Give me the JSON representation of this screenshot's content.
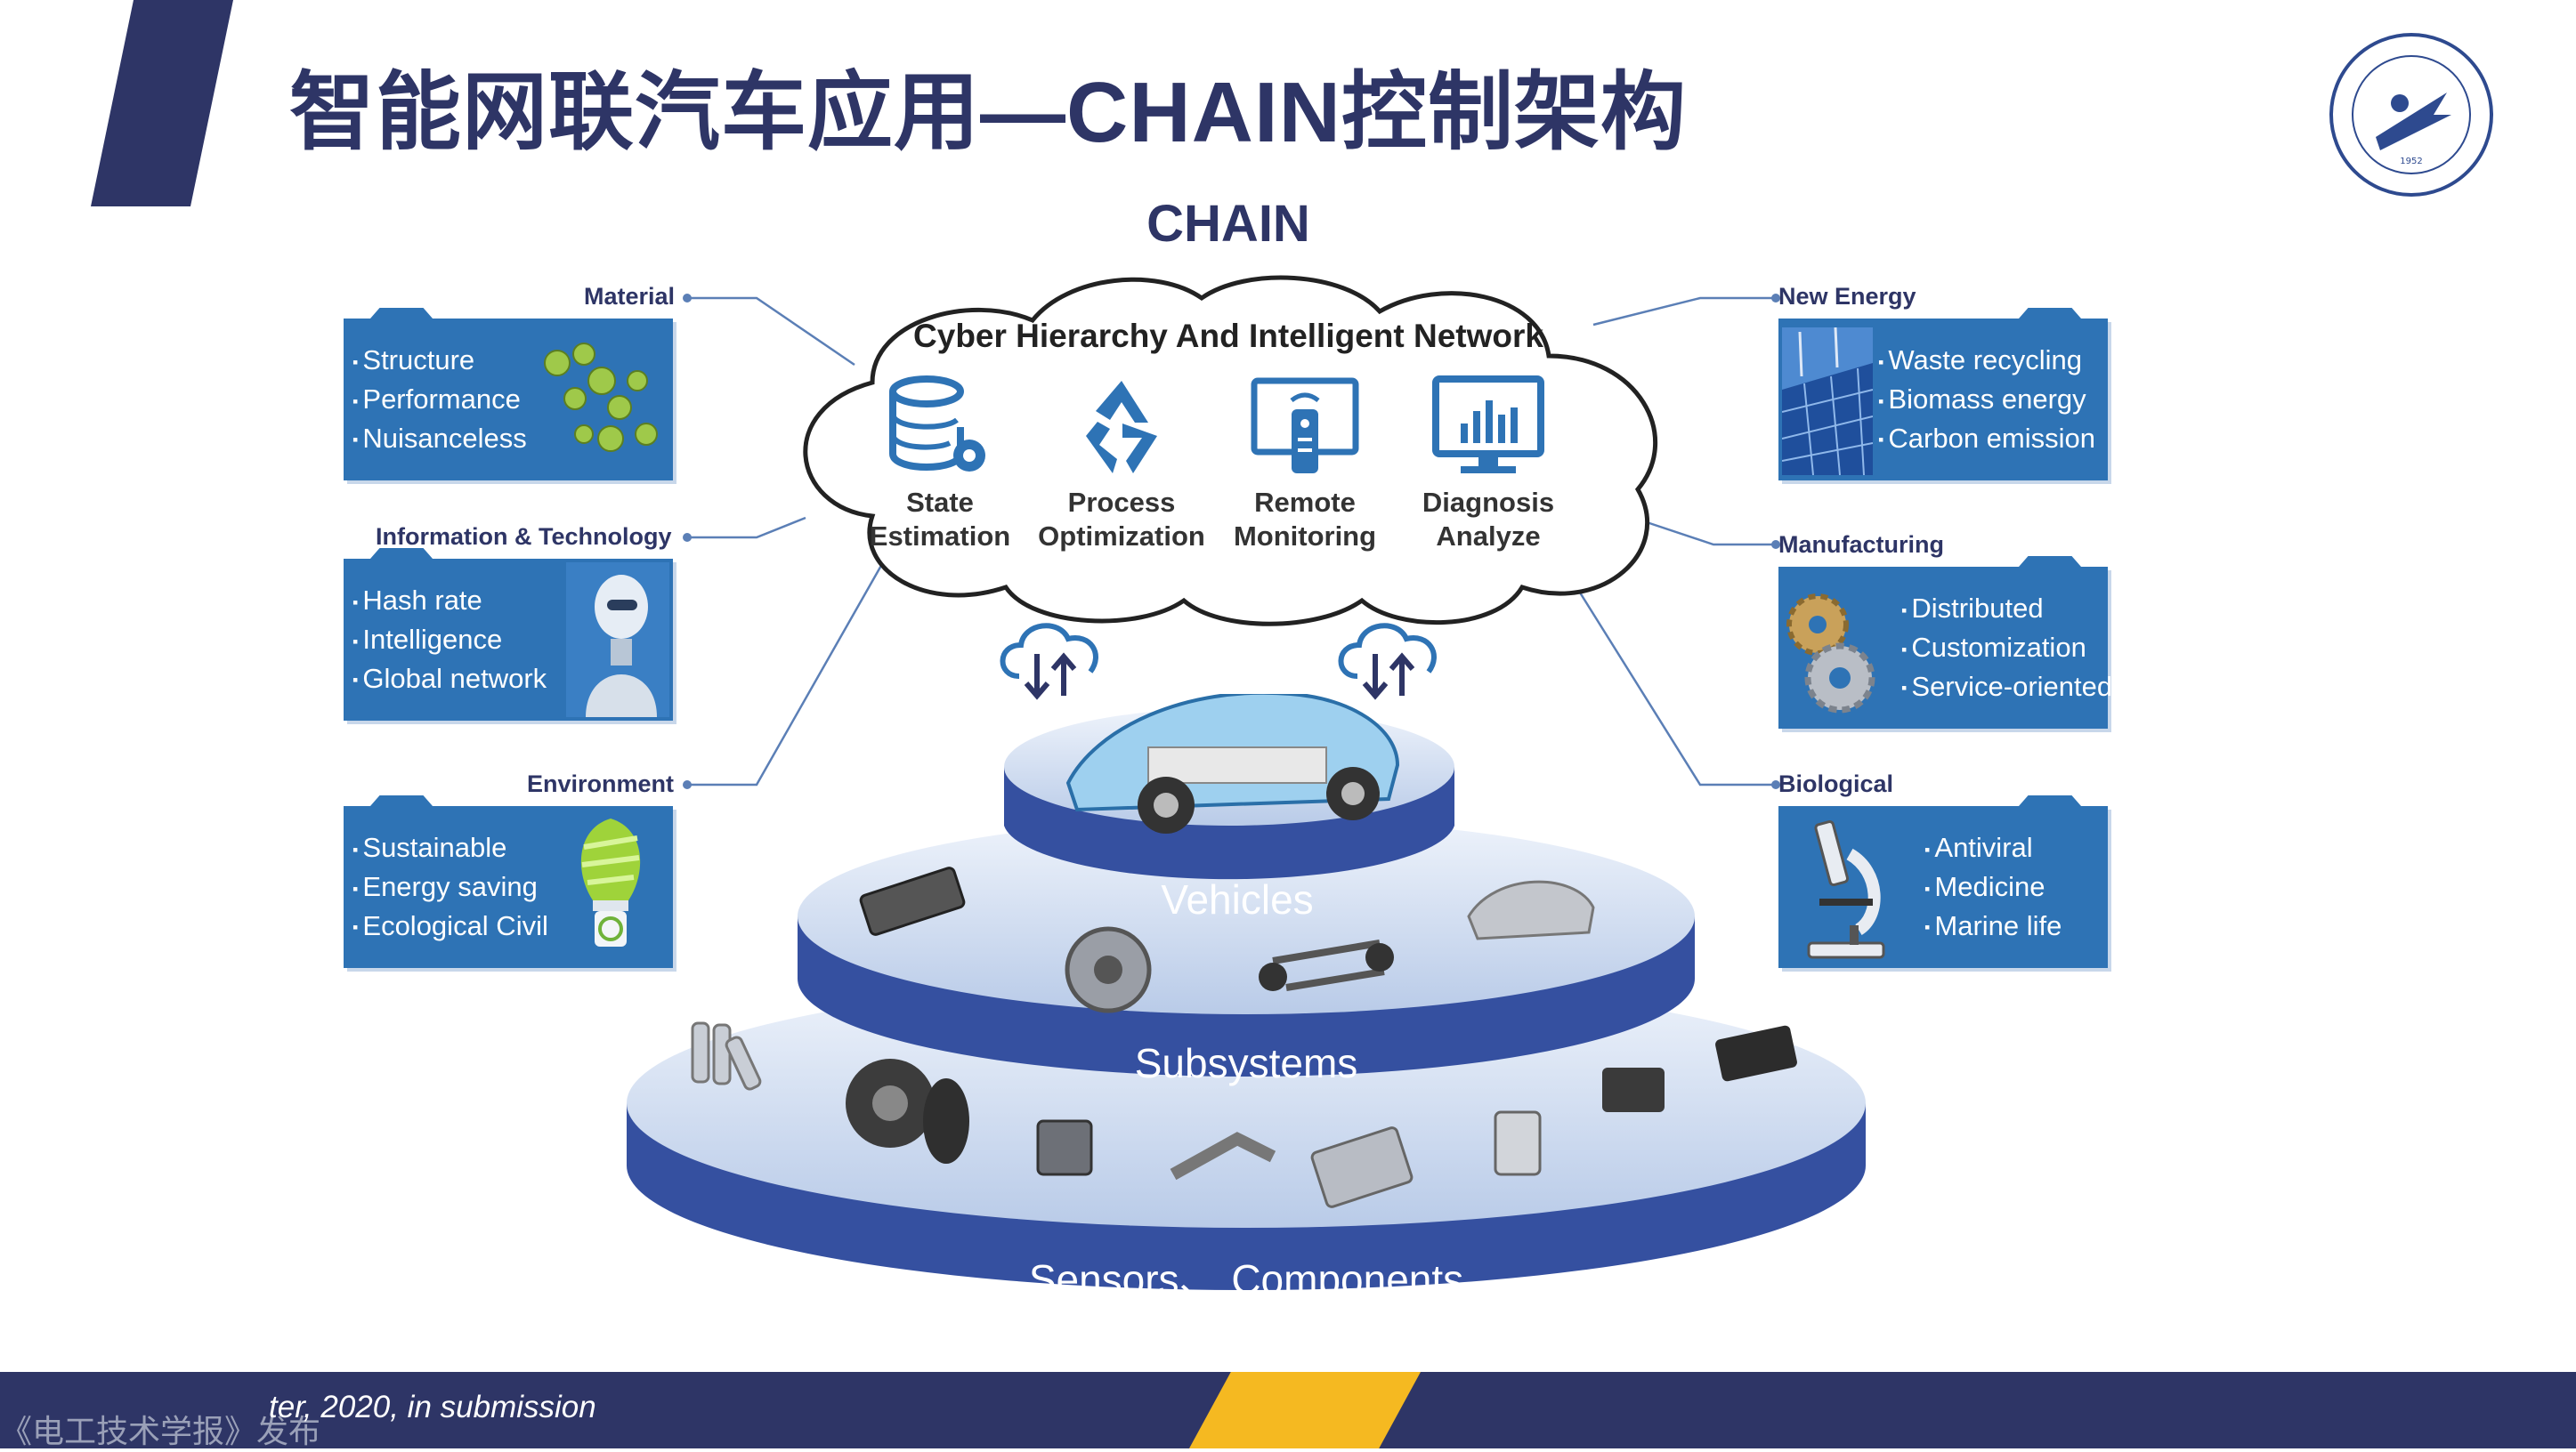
{
  "slide": {
    "title": "智能网联汽车应用—CHAIN控制架构",
    "footer_citation": "ter, 2020, in submission",
    "watermark": "《电工技术学报》发布"
  },
  "logo": {
    "name": "beihang-university-seal-icon"
  },
  "diagram": {
    "heading": "CHAIN",
    "cloud_title": "Cyber Hierarchy And Intelligent Network",
    "services": [
      {
        "icon": "database-gear-icon",
        "line1": "State",
        "line2": "Estimation"
      },
      {
        "icon": "recycle-icon",
        "line1": "Process",
        "line2": "Optimization"
      },
      {
        "icon": "remote-monitor-icon",
        "line1": "Remote",
        "line2": "Monitoring"
      },
      {
        "icon": "monitor-chart-icon",
        "line1": "Diagnosis",
        "line2": "Analyze"
      }
    ],
    "left_boxes": [
      {
        "caption": "Material",
        "image": "molecule-image",
        "items": [
          "Structure",
          "Performance",
          "Nuisanceless"
        ]
      },
      {
        "caption": "Information & Technology",
        "image": "robot-image",
        "items": [
          "Hash rate",
          "Intelligence",
          "Global network"
        ]
      },
      {
        "caption": "Environment",
        "image": "eco-bulb-image",
        "items": [
          "Sustainable",
          "Energy saving",
          "Ecological Civil"
        ]
      }
    ],
    "right_boxes": [
      {
        "caption": "New Energy",
        "image": "solar-panel-image",
        "items": [
          "Waste recycling",
          "Biomass energy",
          "Carbon emission"
        ]
      },
      {
        "caption": "Manufacturing",
        "image": "gears-image",
        "items": [
          "Distributed",
          "Customization",
          "Service-oriented"
        ]
      },
      {
        "caption": "Biological",
        "image": "microscope-image",
        "items": [
          "Antiviral",
          "Medicine",
          "Marine life"
        ]
      }
    ],
    "tiers": {
      "top": "Vehicles",
      "middle": "Subsystems",
      "bottom": "Sensors、 Components"
    },
    "colors": {
      "navy": "#2e3566",
      "box_blue": "#2e73b5",
      "tier_dark": "#3550a0",
      "tier_light": "#c9d8ef",
      "gold": "#f5b921"
    }
  }
}
